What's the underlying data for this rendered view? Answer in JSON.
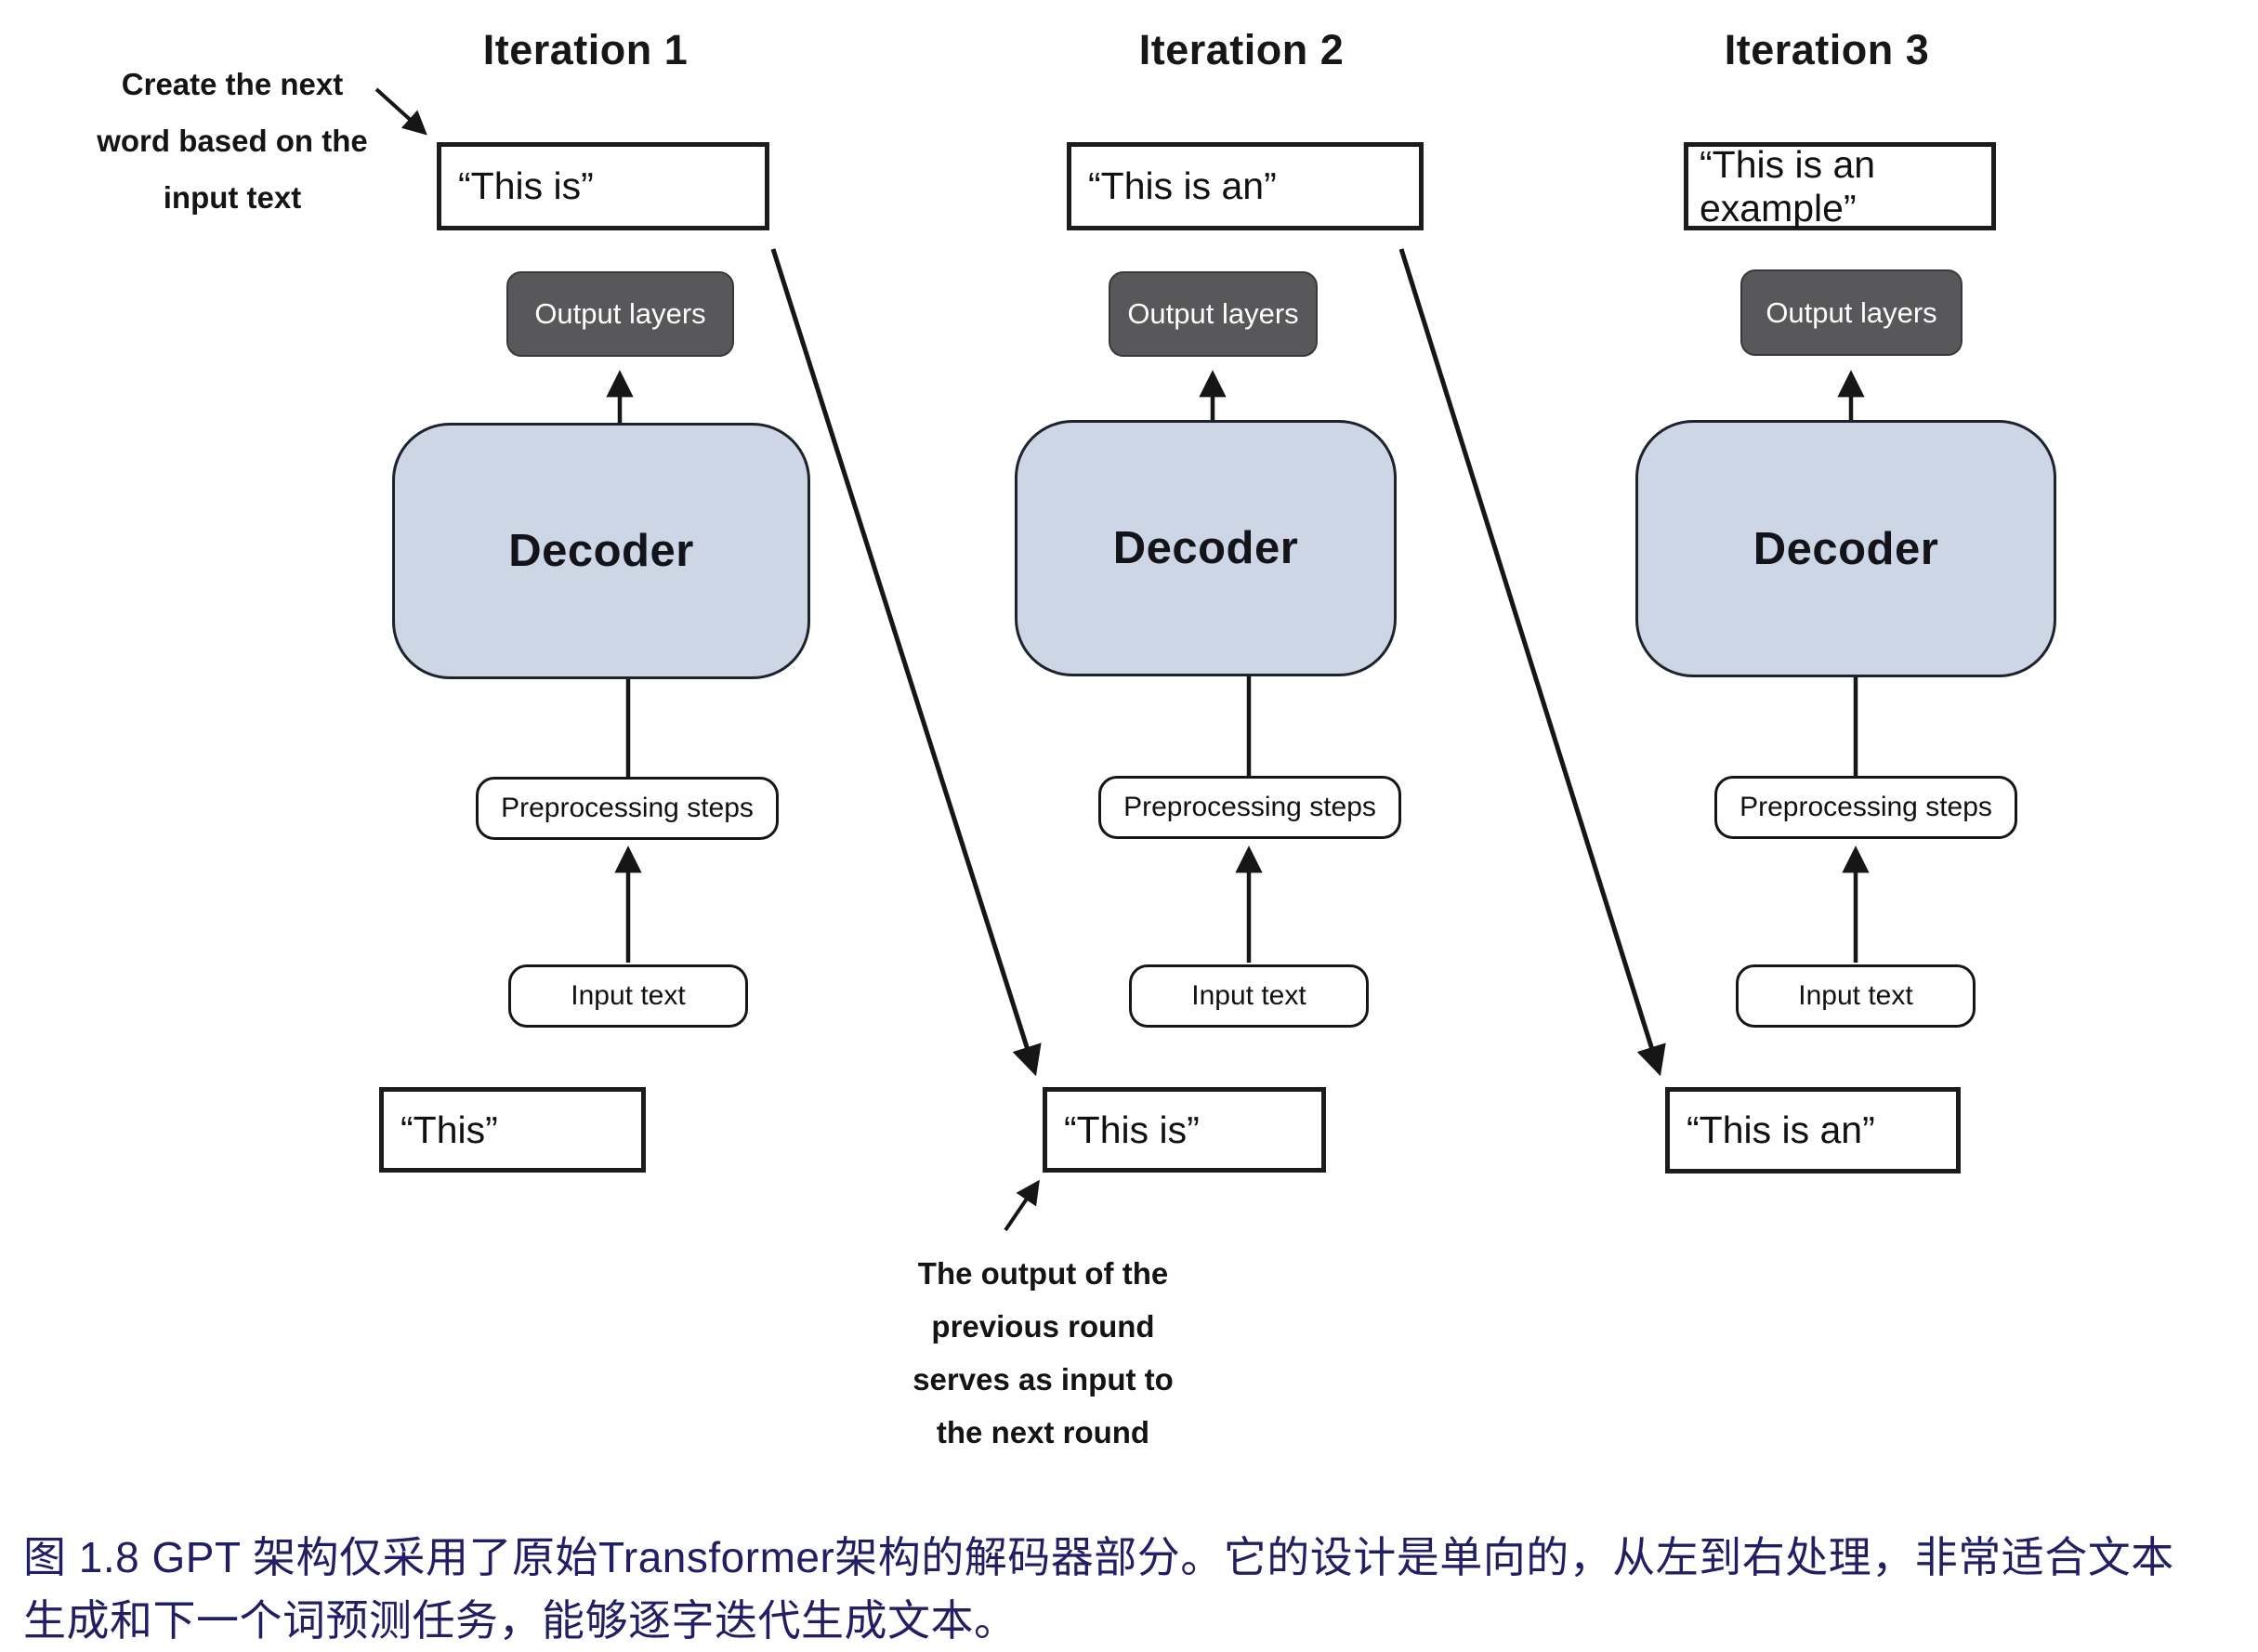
{
  "figure": {
    "columns": [
      {
        "title": "Iteration 1",
        "output_text": "“This is”",
        "output_layers_label": "Output layers",
        "decoder_label": "Decoder",
        "preprocessing_label": "Preprocessing steps",
        "input_label": "Input text",
        "input_text": "“This”"
      },
      {
        "title": "Iteration 2",
        "output_text": "“This is an”",
        "output_layers_label": "Output layers",
        "decoder_label": "Decoder",
        "preprocessing_label": "Preprocessing steps",
        "input_label": "Input text",
        "input_text": "“This is”"
      },
      {
        "title": "Iteration 3",
        "output_text": "“This is an example”",
        "output_layers_label": "Output layers",
        "decoder_label": "Decoder",
        "preprocessing_label": "Preprocessing steps",
        "input_label": "Input text",
        "input_text": "“This is an”"
      }
    ],
    "annotations": {
      "top_left": [
        "Create the next",
        "word based on the",
        "input text"
      ],
      "bottom_middle": [
        "The output of the",
        "previous round",
        "serves as input to",
        "the next round"
      ]
    },
    "caption_lines": [
      "图 1.8  GPT 架构仅采用了原始Transformer架构的解码器部分。它的设计是单向的，从左到右处理，非常适合文本",
      "生成和下一个词预测任务，能够逐字迭代生成文本。"
    ],
    "colors": {
      "decoder_fill": "#ccd6e4",
      "output_layers_fill": "#58585a",
      "box_stroke": "#1c1c1c",
      "caption_text": "#221e63",
      "arrow_stroke": "#161616"
    }
  }
}
